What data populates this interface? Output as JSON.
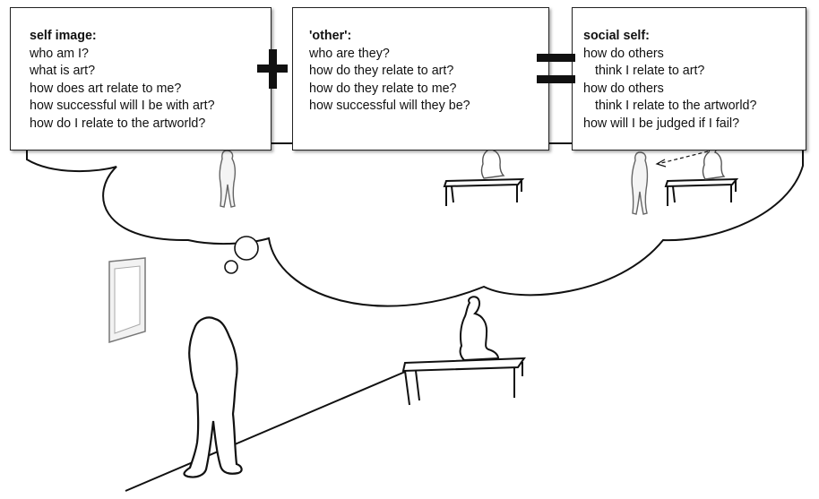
{
  "boxes": {
    "self_image": {
      "title": "self image:",
      "lines": [
        "who am I?",
        "what is art?",
        "how does art relate to me?",
        "how successful will I be with art?",
        "how do I relate to the artworld?"
      ]
    },
    "other": {
      "title": "'other':",
      "lines": [
        "who are they?",
        "how do they relate to art?",
        "how do they relate to me?",
        "how successful will they be?"
      ]
    },
    "social_self": {
      "title": "social self:",
      "lines": [
        "how do others",
        "think I relate to art?",
        "how do others",
        "think I relate to the artworld?",
        "how will I be judged if I fail?"
      ]
    }
  },
  "operators": {
    "plus": "+",
    "equals": "="
  },
  "colors": {
    "ink": "#111111",
    "box_fill": "#ffffff",
    "figure_outline": "#222222"
  }
}
